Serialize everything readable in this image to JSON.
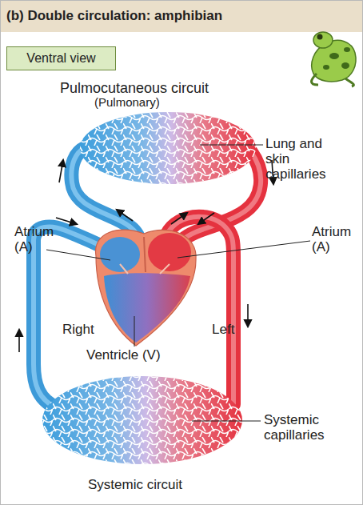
{
  "diagram": {
    "title": "(b) Double circulation: amphibian",
    "nodes": [
      {
        "text": [
          "Ventral view"
        ]
      }
    ],
    "labels": [
      "Pulmocutaneous circuit",
      "(Pulmonary)",
      "Lung and skin capillaries",
      "Atrium (A)",
      "Atrium (A)",
      "Right",
      "Left",
      "Ventricle (V)",
      "Systemic capillaries",
      "Systemic circuit"
    ]
  }
}
